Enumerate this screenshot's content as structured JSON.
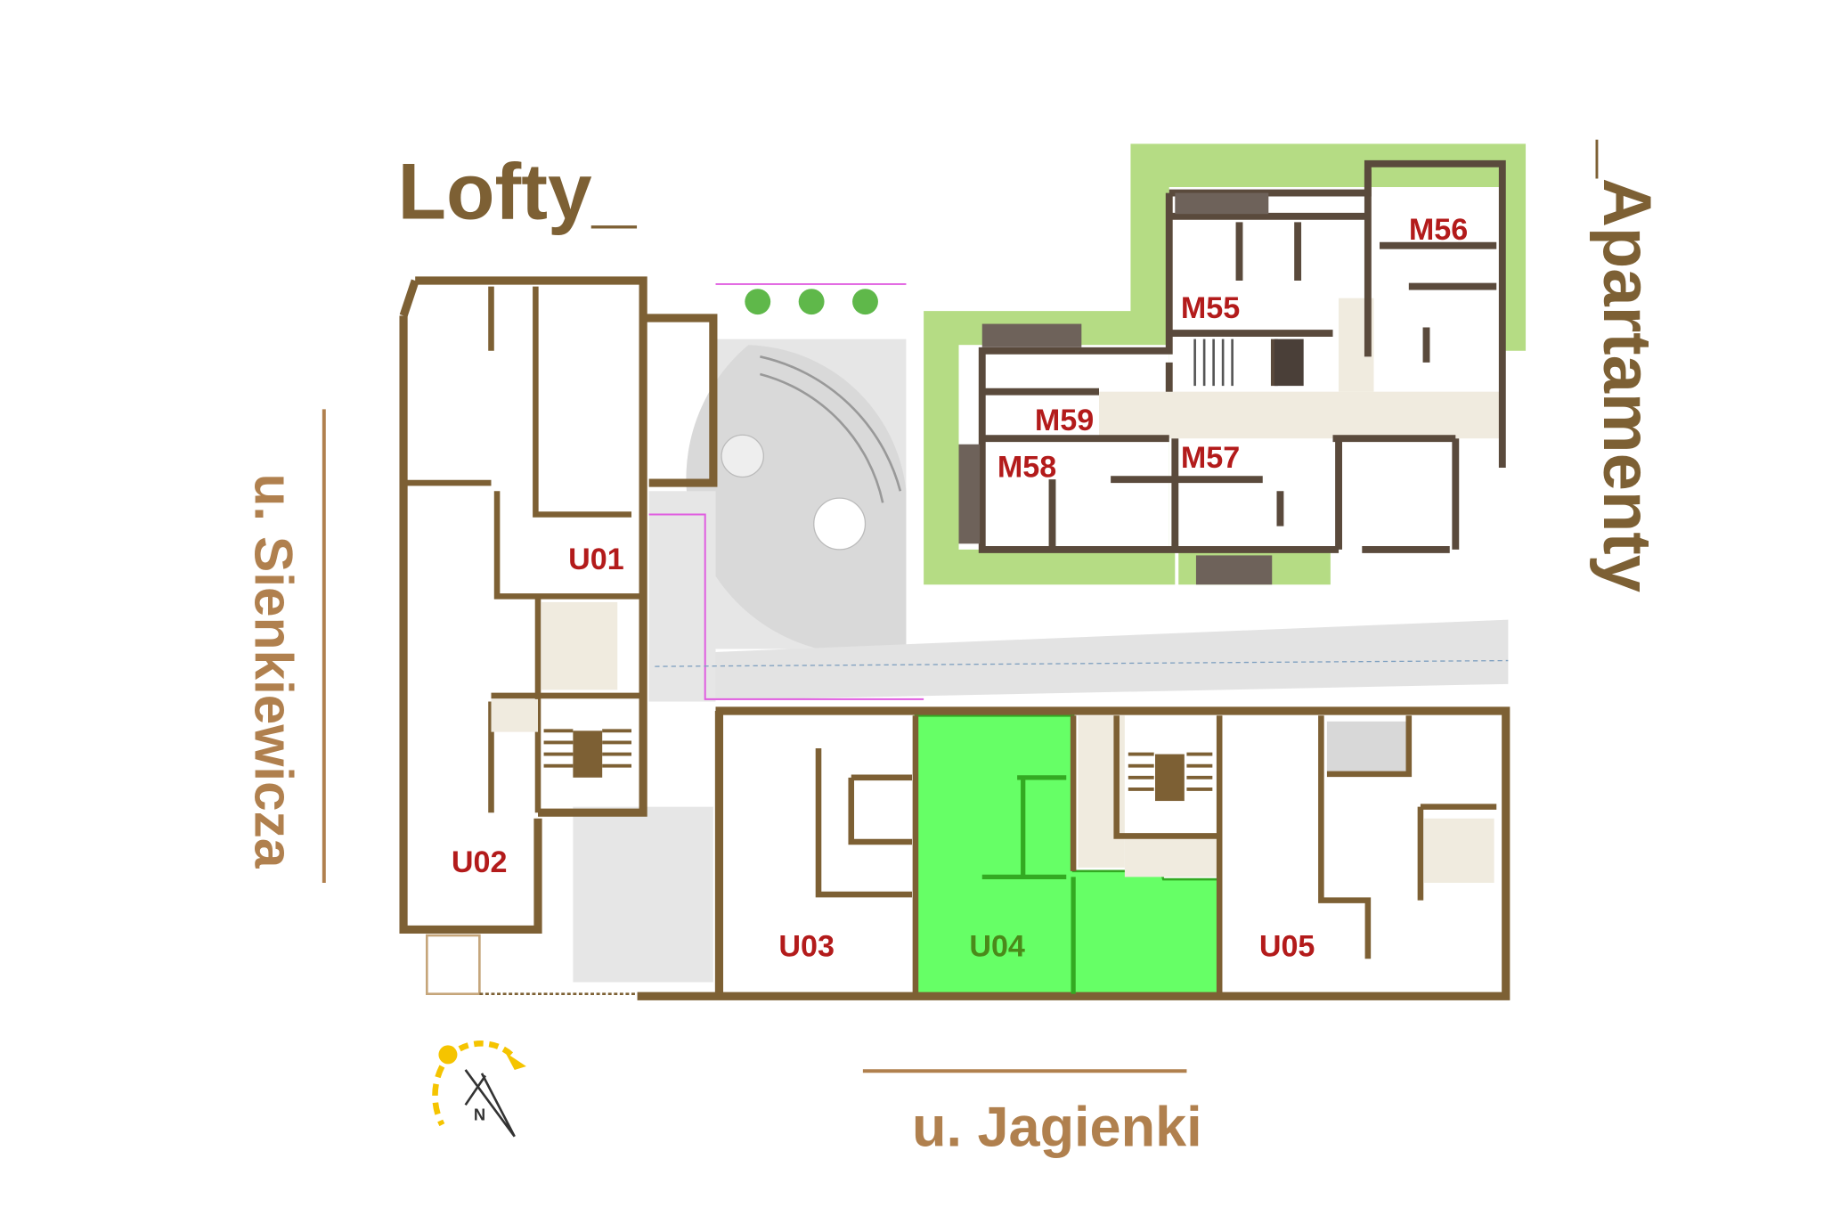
{
  "headings": {
    "lofts": "Lofty_",
    "apartments": "_Apartamenty"
  },
  "streets": {
    "west": "u. Sienkiewicza",
    "south": "u. Jagienki"
  },
  "compass": {
    "north_label": "N"
  },
  "units": {
    "lofts": [
      {
        "id": "U01",
        "selected": false
      },
      {
        "id": "U02",
        "selected": false
      },
      {
        "id": "U03",
        "selected": false
      },
      {
        "id": "U04",
        "selected": true
      },
      {
        "id": "U05",
        "selected": false
      }
    ],
    "apartments": [
      {
        "id": "M55"
      },
      {
        "id": "M56"
      },
      {
        "id": "M57"
      },
      {
        "id": "M58"
      },
      {
        "id": "M59"
      }
    ]
  },
  "colors": {
    "wall": "#7d6034",
    "unit_label": "#b31b1b",
    "selected_fill": "#66ff66",
    "garden": "#b5dc84",
    "street_label": "#b0804e",
    "compass": "#f5c400"
  }
}
